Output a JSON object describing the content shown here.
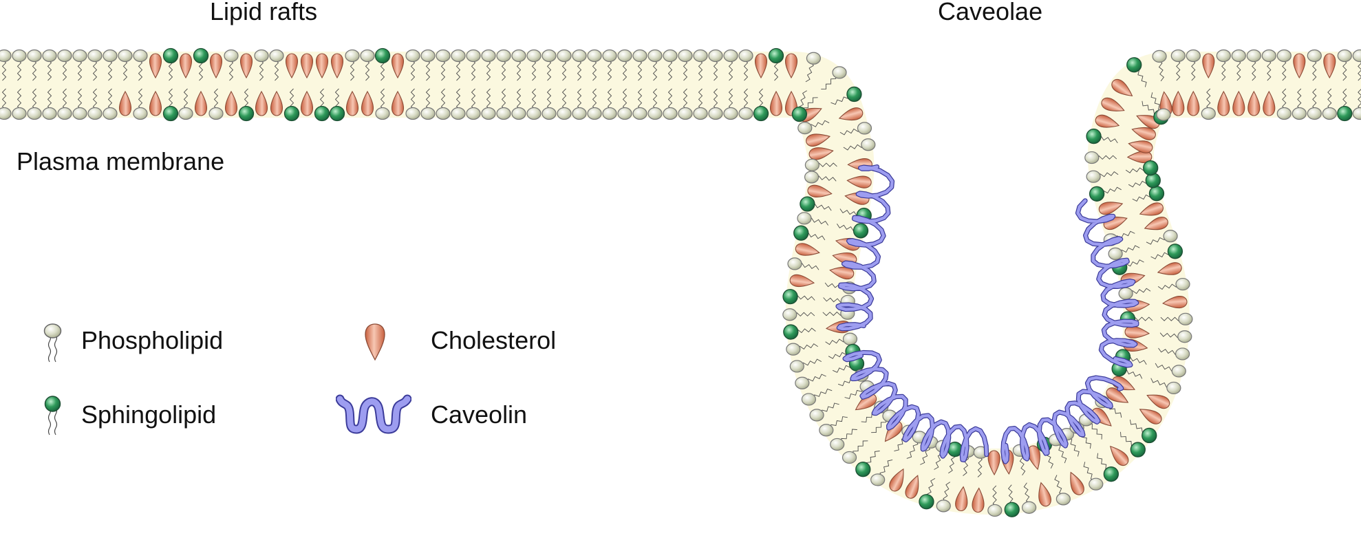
{
  "labels": {
    "lipid_rafts": "Lipid rafts",
    "caveolae": "Caveolae",
    "plasma_membrane": "Plasma membrane"
  },
  "legend": {
    "phospholipid": "Phospholipid",
    "sphingolipid": "Sphingolipid",
    "cholesterol": "Cholesterol",
    "caveolin": "Caveolin"
  },
  "colors": {
    "phospholipid_head": "#d9dcc6",
    "sphingolipid_head": "#2f9a5a",
    "cholesterol": "#e08a6a",
    "caveolin": "#8a8ae8",
    "membrane_fill": "#fbf8df",
    "outline": "#333333"
  }
}
